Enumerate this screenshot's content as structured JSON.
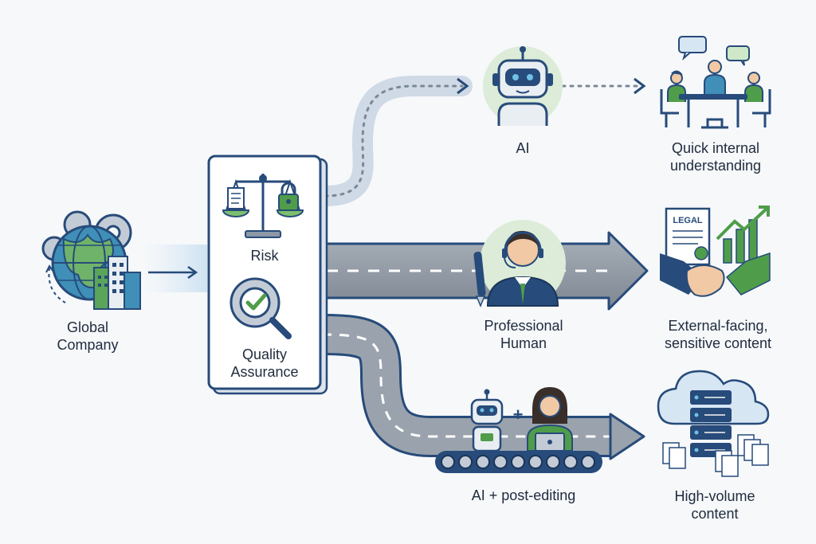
{
  "source": {
    "label": "Global\nCompany"
  },
  "criteria_panel": {
    "risk_label": "Risk",
    "qa_label": "Quality\nAssurance"
  },
  "routes": [
    {
      "method": "AI",
      "outcome": "Quick internal\nunderstanding"
    },
    {
      "method": "Professional\nHuman",
      "outcome": "External-facing,\nsensitive content"
    },
    {
      "method": "AI + post-editing",
      "outcome": "High-volume\ncontent"
    }
  ],
  "icons": {
    "document_badge": "LEGAL",
    "plus_sign": "+"
  },
  "colors": {
    "navy": "#274b7a",
    "green": "#4f9d4a",
    "light_blue": "#d6e6f3",
    "road_gray": "#8f98a3",
    "background": "#f6f8fa"
  }
}
